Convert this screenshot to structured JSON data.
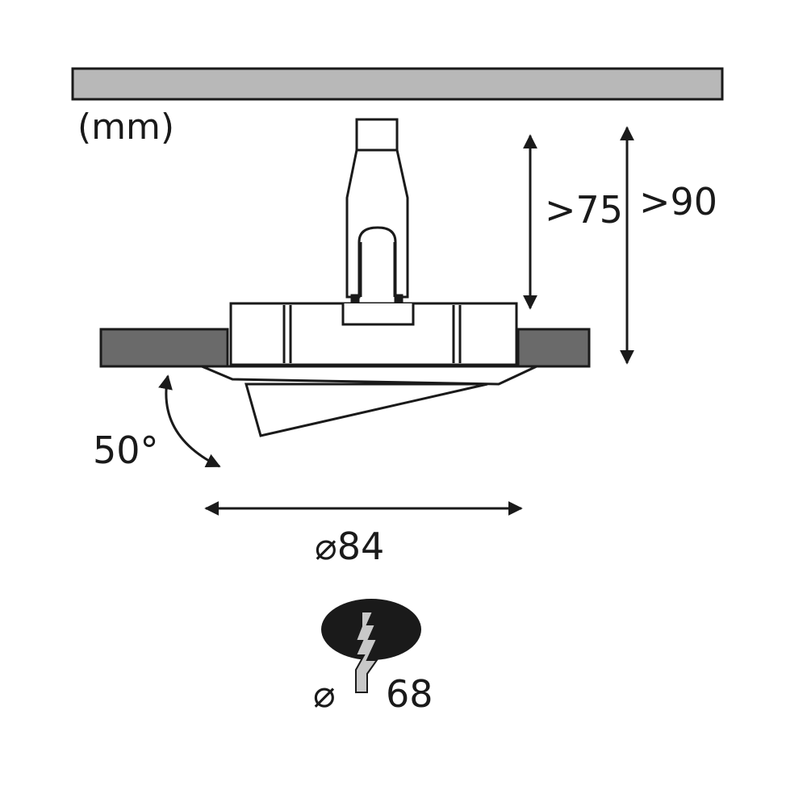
{
  "units_label": "(mm)",
  "dimensions": {
    "min_depth_label": ">75",
    "max_depth_label": ">90",
    "tilt_angle_label": "50°",
    "outer_diameter_label": "⌀84",
    "cutout_symbol": "⌀",
    "cutout_value": "68"
  },
  "colors": {
    "ceiling_fill": "#b8b8b8",
    "ring_fill": "#6a6a6a",
    "line": "#1a1a1a",
    "background": "#ffffff",
    "hole_fill": "#1a1a1a",
    "drywall_fill": "#c8c8c8"
  },
  "icons": {
    "cutout": "ceiling-hole-cutout-icon",
    "tilt": "curved-double-arrow-icon"
  }
}
